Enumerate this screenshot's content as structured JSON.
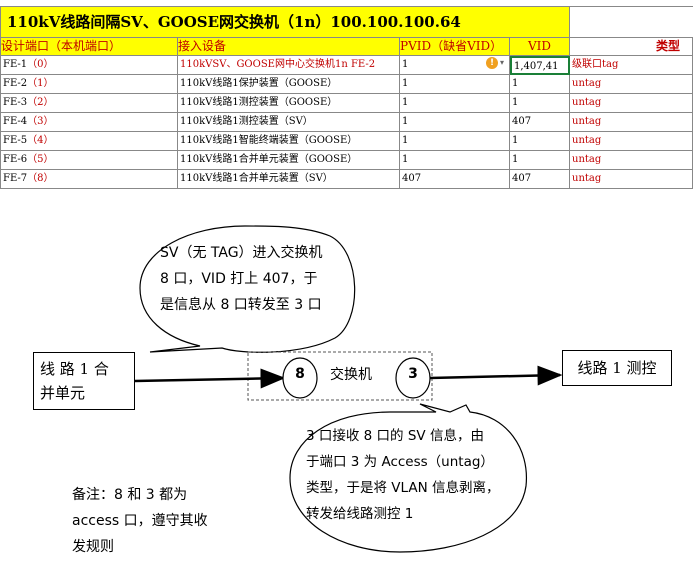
{
  "sheet": {
    "title": "110kV线路间隔SV、GOOSE网交换机（1n）100.100.100.64",
    "headers": {
      "port": "设计端口（本机端口）",
      "device": "接入设备",
      "pvid": "PVID（缺省VID）",
      "vid": "VID",
      "type": "类型"
    },
    "rows": [
      {
        "port": "FE-1（0）",
        "device": "110kVSV、GOOSE网中心交换机1n FE-2",
        "pvid": "1",
        "vid": "1,407,41",
        "type": "级联口tag"
      },
      {
        "port": "FE-2（1）",
        "device": "110kV线路1保护装置（GOOSE）",
        "pvid": "1",
        "vid": "1",
        "type": "untag"
      },
      {
        "port": "FE-3（2）",
        "device": "110kV线路1测控装置（GOOSE）",
        "pvid": "1",
        "vid": "1",
        "type": "untag"
      },
      {
        "port": "FE-4（3）",
        "device": "110kV线路1测控装置（SV）",
        "pvid": "1",
        "vid": "407",
        "type": "untag"
      },
      {
        "port": "FE-5（4）",
        "device": "110kV线路1智能终端装置（GOOSE）",
        "pvid": "1",
        "vid": "1",
        "type": "untag"
      },
      {
        "port": "FE-6（5）",
        "device": "110kV线路1合并单元装置（GOOSE）",
        "pvid": "1",
        "vid": "1",
        "type": "untag"
      },
      {
        "port": "FE-7（8）",
        "device": "110kV线路1合并单元装置（SV）",
        "pvid": "407",
        "vid": "407",
        "type": "untag"
      }
    ],
    "warning_icon": "!"
  },
  "diagram": {
    "bubble_top": [
      "SV（无 TAG）进入交换机",
      "8 口，VID 打上 407，于",
      "是信息从 8 口转发至 3 口"
    ],
    "merge_unit": [
      "线 路 1 合",
      "并单元"
    ],
    "switch_label": "交换机",
    "port_in": "8",
    "port_out": "3",
    "measure_ctrl": "线路 1 测控",
    "bubble_bottom": [
      "3 口接收 8 口的 SV 信息，由",
      "于端口 3 为 Access（untag）",
      "类型，于是将 VLAN 信息剥离，",
      "转发给线路测控 1"
    ],
    "note": [
      "备注：8 和 3 都为",
      "access 口，遵守其收",
      "发规则"
    ]
  }
}
